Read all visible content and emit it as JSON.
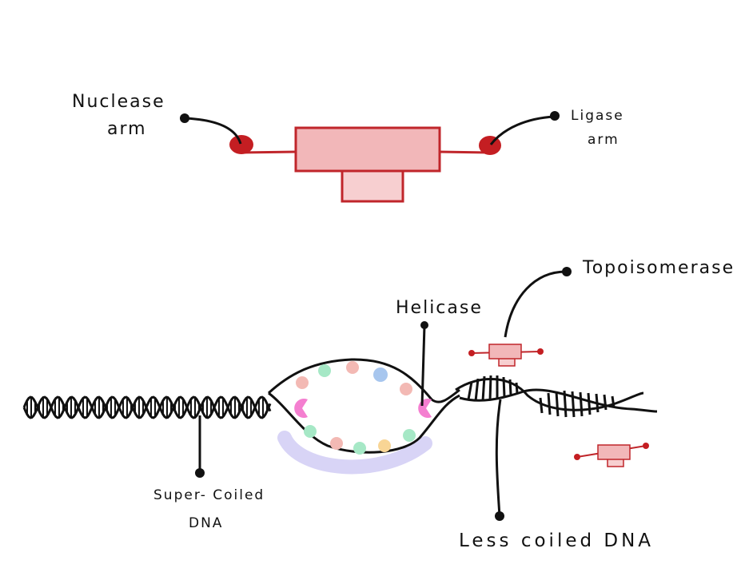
{
  "labels": {
    "nuclease_line1": "Nuclease",
    "nuclease_line2": "arm",
    "ligase_line1": "Ligase",
    "ligase_line2": "arm",
    "topoisomerase": "Topoisomerase",
    "helicase": "Helicase",
    "supercoiled_line1": "Super- Coiled",
    "supercoiled_line2": "DNA",
    "less_coiled": "Less coiled DNA"
  },
  "colors": {
    "ink": "#111111",
    "arm_red": "#c41e22",
    "body_fill": "#f2b7b9",
    "body_stroke": "#c0262b",
    "base_fill": "#f7cfd0",
    "helicase_pink": "#f47fd0",
    "platform": "#d8d4f6",
    "dot_pink": "#f3b9b4",
    "dot_green": "#a6e8c6",
    "dot_blue": "#a7c6ee",
    "dot_yellow": "#f8d595"
  }
}
